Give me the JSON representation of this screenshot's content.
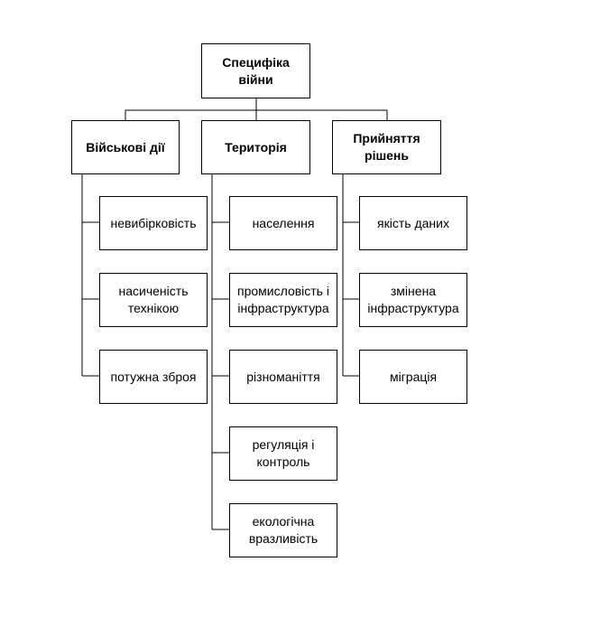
{
  "root": {
    "label": "Специфіка\nвійни"
  },
  "categories": [
    {
      "label": "Військові  дії",
      "items": [
        "невибірковість",
        "насиченість\nтехнікою",
        "потужна зброя"
      ]
    },
    {
      "label": "Територія",
      "items": [
        "населення",
        "промисловість і\nінфраструктура",
        "різноманіття",
        "регуляція  і\nконтроль",
        "екологічна\nвразливість"
      ]
    },
    {
      "label": "Прийняття\nрішень",
      "items": [
        "якість даних",
        "змінена\nінфраструктура",
        "міграція"
      ]
    }
  ]
}
